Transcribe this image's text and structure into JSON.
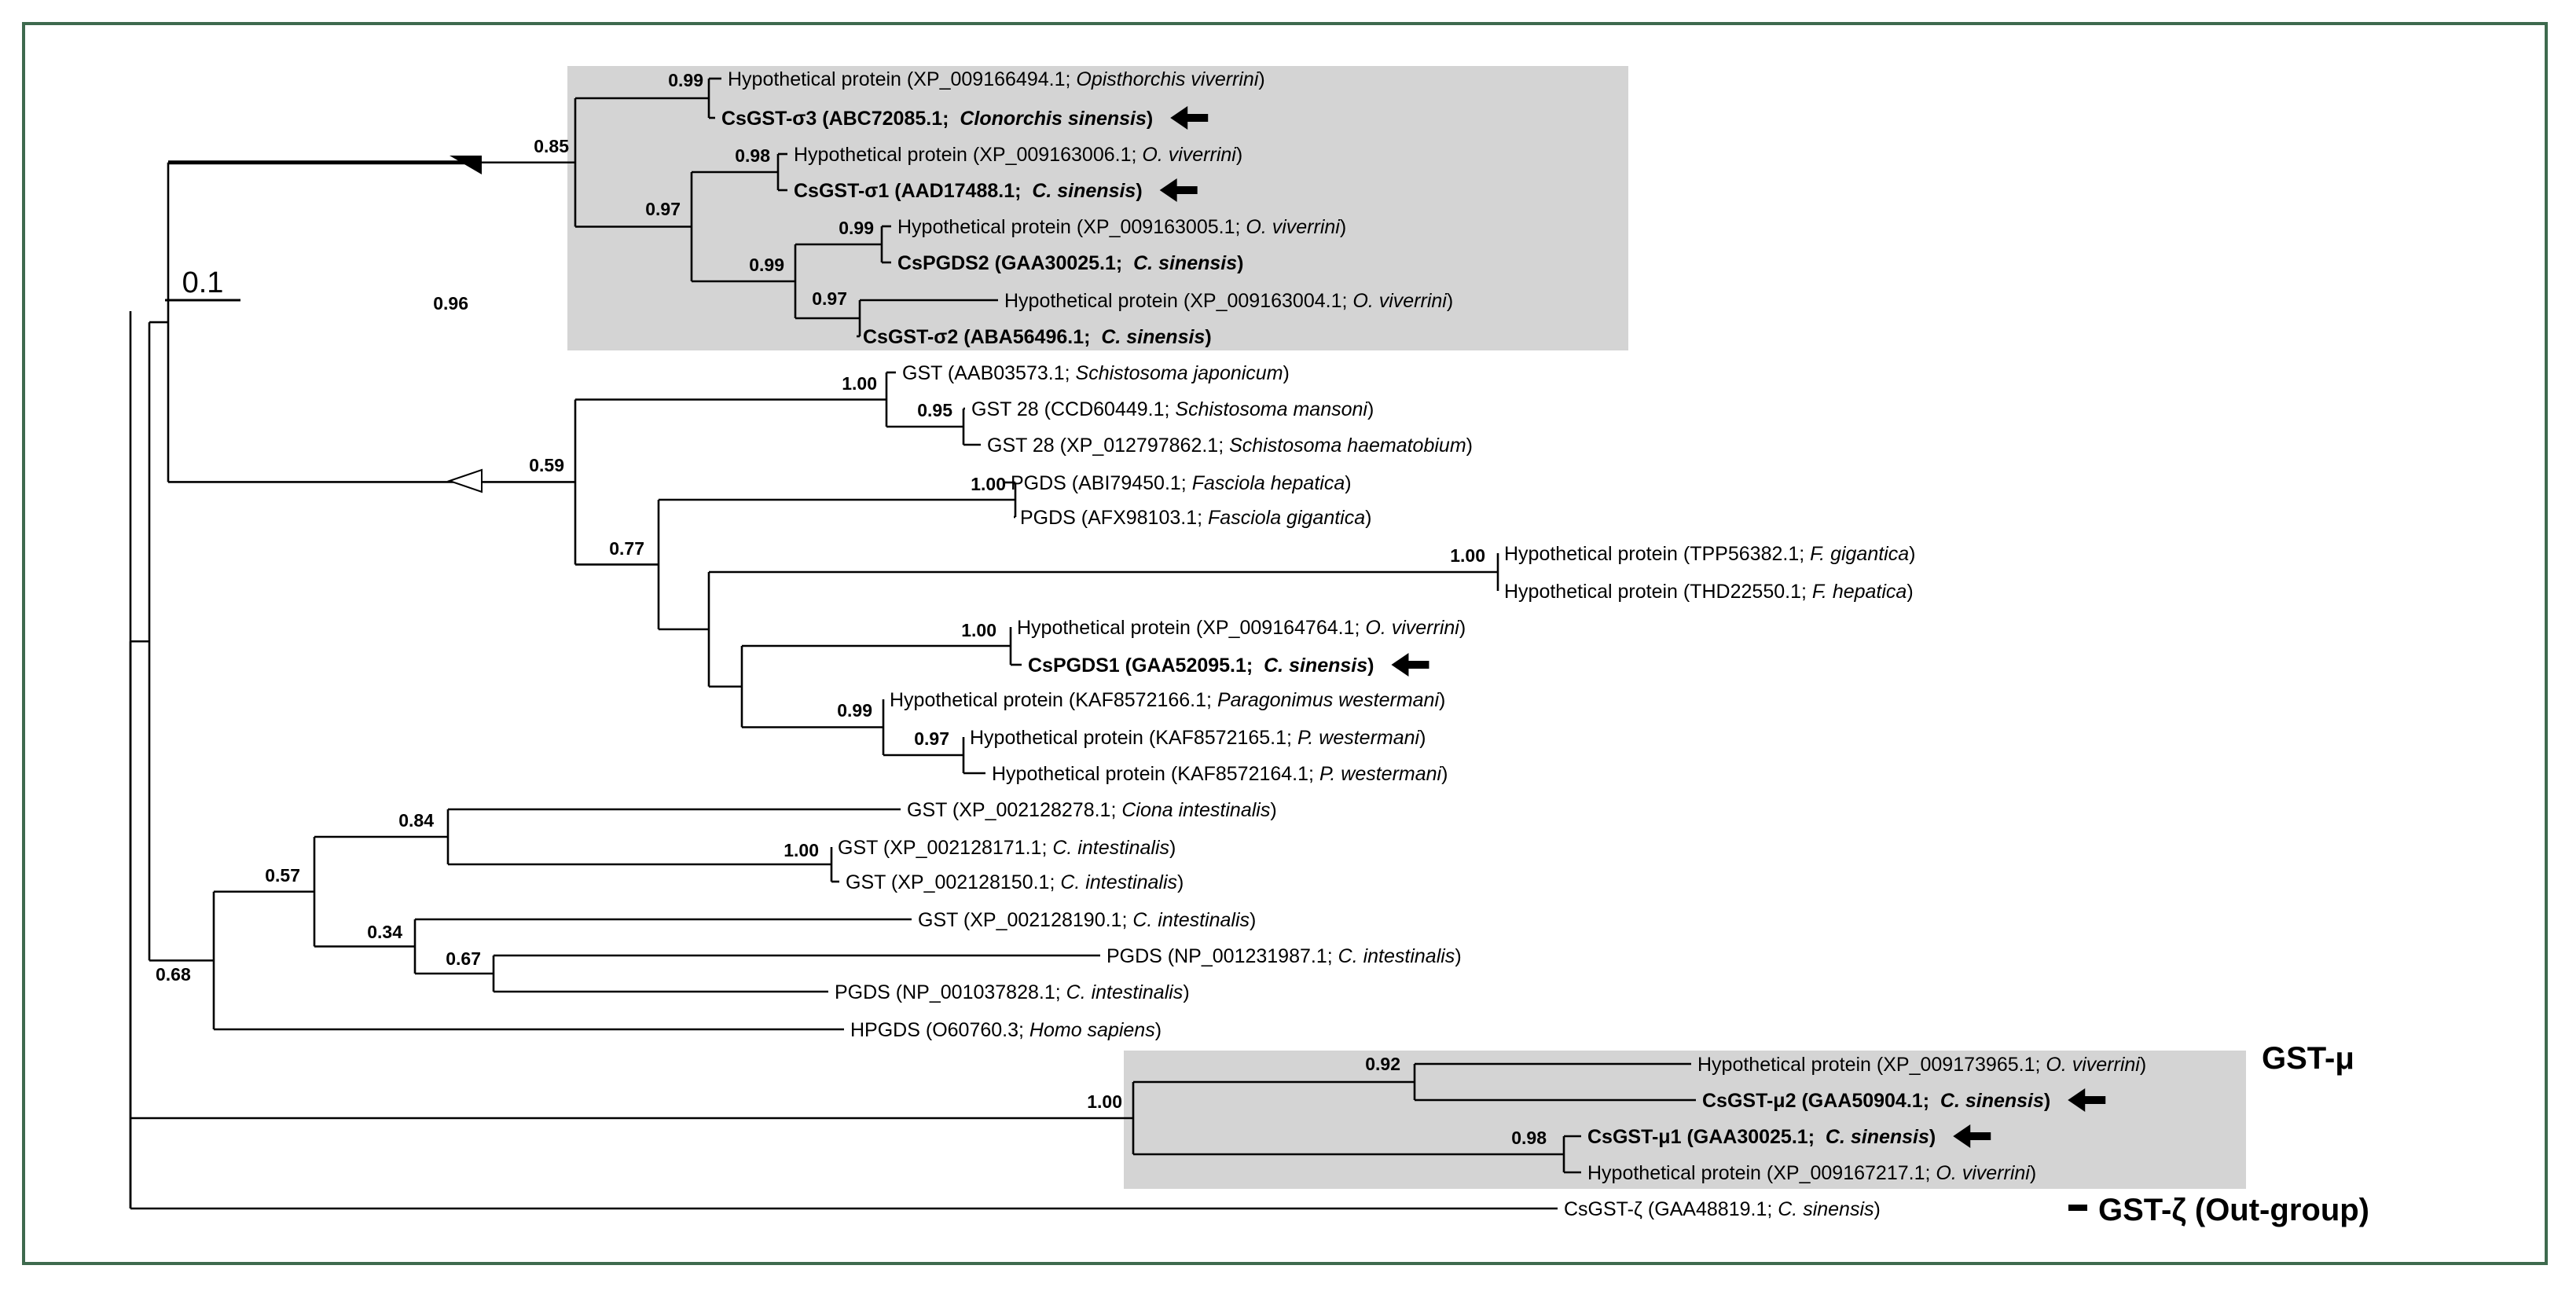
{
  "colors": {
    "frame": "#3e6a4e",
    "clade_shade": "#d4d4d4",
    "line": "#000000",
    "arrow": "#000000"
  },
  "scale_bar": {
    "label": "0.1"
  },
  "groups": {
    "mu": "GST-μ",
    "zeta": "GST-ζ (Out-group)"
  },
  "supports": {
    "root_left": "0.68",
    "outer_upper": "0.96",
    "sigma_group": "0.85",
    "mid_group": "0.59",
    "s_a": "0.99",
    "s_b": "0.97",
    "s_c": "0.98",
    "s_d": "0.99",
    "s_e": "0.99",
    "s_f": "0.97",
    "schisto": "1.00",
    "schisto_inner": "0.95",
    "fasc_group": "0.77",
    "fasc": "1.00",
    "fgig_hyp": "1.00",
    "ov_pgds": "1.00",
    "parag": "0.99",
    "parag_inner": "0.97",
    "ciona_group": "0.57",
    "ciona_a": "0.84",
    "ciona_a_inner": "1.00",
    "ciona_b": "0.34",
    "ciona_b_inner": "0.67",
    "mu_group": "1.00",
    "mu_a": "0.92",
    "mu_b": "0.98"
  },
  "taxa": [
    {
      "id": "t1",
      "name": "Hypothetical protein",
      "acc": "XP_009166494.1;",
      "species": "Opisthorchis viverrini",
      "bold": false,
      "arrow": false
    },
    {
      "id": "t2",
      "name": "CsGST-σ3",
      "acc": "ABC72085.1;",
      "species": "Clonorchis sinensis",
      "bold": true,
      "arrow": true
    },
    {
      "id": "t3",
      "name": "Hypothetical protein",
      "acc": "XP_009163006.1;",
      "species": "O. viverrini",
      "bold": false,
      "arrow": false
    },
    {
      "id": "t4",
      "name": "CsGST-σ1",
      "acc": "AAD17488.1;",
      "species": "C. sinensis",
      "bold": true,
      "arrow": true
    },
    {
      "id": "t5",
      "name": "Hypothetical protein",
      "acc": "XP_009163005.1;",
      "species": "O. viverrini",
      "bold": false,
      "arrow": false
    },
    {
      "id": "t6",
      "name": "CsPGDS2",
      "acc": "GAA30025.1;",
      "species": "C. sinensis",
      "bold": true,
      "arrow": false
    },
    {
      "id": "t7",
      "name": "Hypothetical protein",
      "acc": "XP_009163004.1;",
      "species": "O. viverrini",
      "bold": false,
      "arrow": false
    },
    {
      "id": "t8",
      "name": "CsGST-σ2",
      "acc": "ABA56496.1;",
      "species": "C. sinensis",
      "bold": true,
      "arrow": false
    },
    {
      "id": "t9",
      "name": "GST",
      "acc": "AAB03573.1;",
      "species": "Schistosoma japonicum",
      "bold": false,
      "arrow": false
    },
    {
      "id": "t10",
      "name": "GST 28",
      "acc": "CCD60449.1;",
      "species": "Schistosoma mansoni",
      "bold": false,
      "arrow": false
    },
    {
      "id": "t11",
      "name": "GST 28",
      "acc": "XP_012797862.1;",
      "species": "Schistosoma haematobium",
      "bold": false,
      "arrow": false
    },
    {
      "id": "t12",
      "name": "PGDS",
      "acc": "ABI79450.1;",
      "species": "Fasciola hepatica",
      "bold": false,
      "arrow": false
    },
    {
      "id": "t13",
      "name": "PGDS",
      "acc": "AFX98103.1;",
      "species": "Fasciola gigantica",
      "bold": false,
      "arrow": false
    },
    {
      "id": "t14",
      "name": "Hypothetical protein",
      "acc": "TPP56382.1;",
      "species": "F. gigantica",
      "bold": false,
      "arrow": false
    },
    {
      "id": "t15",
      "name": "Hypothetical protein",
      "acc": "THD22550.1;",
      "species": "F. hepatica",
      "bold": false,
      "arrow": false
    },
    {
      "id": "t16",
      "name": "Hypothetical protein",
      "acc": "XP_009164764.1;",
      "species": "O. viverrini",
      "bold": false,
      "arrow": false
    },
    {
      "id": "t17",
      "name": "CsPGDS1",
      "acc": "GAA52095.1;",
      "species": "C. sinensis",
      "bold": true,
      "arrow": true
    },
    {
      "id": "t18",
      "name": "Hypothetical protein",
      "acc": "KAF8572166.1;",
      "species": "Paragonimus westermani",
      "bold": false,
      "arrow": false
    },
    {
      "id": "t19",
      "name": "Hypothetical protein",
      "acc": "KAF8572165.1;",
      "species": "P. westermani",
      "bold": false,
      "arrow": false
    },
    {
      "id": "t20",
      "name": "Hypothetical protein",
      "acc": "KAF8572164.1;",
      "species": "P. westermani",
      "bold": false,
      "arrow": false
    },
    {
      "id": "t21",
      "name": "GST",
      "acc": "XP_002128278.1;",
      "species": "Ciona intestinalis",
      "bold": false,
      "arrow": false
    },
    {
      "id": "t22",
      "name": "GST",
      "acc": "XP_002128171.1;",
      "species": "C. intestinalis",
      "bold": false,
      "arrow": false
    },
    {
      "id": "t23",
      "name": "GST",
      "acc": "XP_002128150.1;",
      "species": "C. intestinalis",
      "bold": false,
      "arrow": false
    },
    {
      "id": "t24",
      "name": "GST",
      "acc": "XP_002128190.1;",
      "species": "C. intestinalis",
      "bold": false,
      "arrow": false
    },
    {
      "id": "t25",
      "name": "PGDS",
      "acc": "NP_001231987.1;",
      "species": "C. intestinalis",
      "bold": false,
      "arrow": false
    },
    {
      "id": "t26",
      "name": "PGDS",
      "acc": "NP_001037828.1;",
      "species": "C. intestinalis",
      "bold": false,
      "arrow": false
    },
    {
      "id": "t27",
      "name": "HPGDS",
      "acc": "O60760.3;",
      "species": "Homo sapiens",
      "bold": false,
      "arrow": false
    },
    {
      "id": "t28",
      "name": "Hypothetical protein",
      "acc": "XP_009173965.1;",
      "species": "O. viverrini",
      "bold": false,
      "arrow": false
    },
    {
      "id": "t29",
      "name": "CsGST-μ2",
      "acc": "GAA50904.1;",
      "species": "C. sinensis",
      "bold": true,
      "arrow": true
    },
    {
      "id": "t30",
      "name": "CsGST-μ1",
      "acc": "GAA30025.1;",
      "species": "C. sinensis",
      "bold": true,
      "arrow": true
    },
    {
      "id": "t31",
      "name": "Hypothetical protein",
      "acc": "XP_009167217.1;",
      "species": "O. viverrini",
      "bold": false,
      "arrow": false
    },
    {
      "id": "t32",
      "name": "CsGST-ζ",
      "acc": "GAA48819.1;",
      "species": "C. sinensis",
      "bold": false,
      "arrow": false
    }
  ]
}
